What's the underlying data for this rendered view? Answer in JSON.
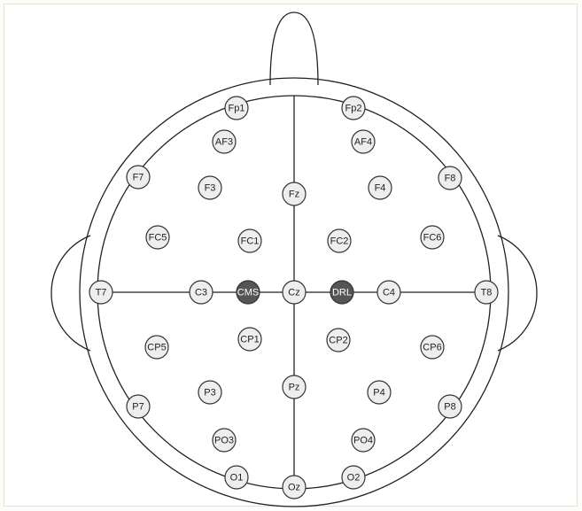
{
  "colors": {
    "background": "#ffffff",
    "outline": "#222222",
    "electrode_fill": "#eeeeee",
    "reference_fill": "#555555",
    "electrode_text": "#222222",
    "reference_text": "#ffffff"
  },
  "electrodes": [
    {
      "id": "fp1",
      "label": "Fp1",
      "type": "electrode"
    },
    {
      "id": "fp2",
      "label": "Fp2",
      "type": "electrode"
    },
    {
      "id": "af3",
      "label": "AF3",
      "type": "electrode"
    },
    {
      "id": "af4",
      "label": "AF4",
      "type": "electrode"
    },
    {
      "id": "f7",
      "label": "F7",
      "type": "electrode"
    },
    {
      "id": "f8",
      "label": "F8",
      "type": "electrode"
    },
    {
      "id": "f3",
      "label": "F3",
      "type": "electrode"
    },
    {
      "id": "fz",
      "label": "Fz",
      "type": "electrode"
    },
    {
      "id": "f4",
      "label": "F4",
      "type": "electrode"
    },
    {
      "id": "fc5",
      "label": "FC5",
      "type": "electrode"
    },
    {
      "id": "fc1",
      "label": "FC1",
      "type": "electrode"
    },
    {
      "id": "fc2",
      "label": "FC2",
      "type": "electrode"
    },
    {
      "id": "fc6",
      "label": "FC6",
      "type": "electrode"
    },
    {
      "id": "t7",
      "label": "T7",
      "type": "electrode"
    },
    {
      "id": "c3",
      "label": "C3",
      "type": "electrode"
    },
    {
      "id": "cms",
      "label": "CMS",
      "type": "reference"
    },
    {
      "id": "cz",
      "label": "Cz",
      "type": "electrode"
    },
    {
      "id": "drl",
      "label": "DRL",
      "type": "reference"
    },
    {
      "id": "c4",
      "label": "C4",
      "type": "electrode"
    },
    {
      "id": "t8",
      "label": "T8",
      "type": "electrode"
    },
    {
      "id": "cp5",
      "label": "CP5",
      "type": "electrode"
    },
    {
      "id": "cp1",
      "label": "CP1",
      "type": "electrode"
    },
    {
      "id": "cp2",
      "label": "CP2",
      "type": "electrode"
    },
    {
      "id": "cp6",
      "label": "CP6",
      "type": "electrode"
    },
    {
      "id": "p7",
      "label": "P7",
      "type": "electrode"
    },
    {
      "id": "p3",
      "label": "P3",
      "type": "electrode"
    },
    {
      "id": "pz",
      "label": "Pz",
      "type": "electrode"
    },
    {
      "id": "p4",
      "label": "P4",
      "type": "electrode"
    },
    {
      "id": "p8",
      "label": "P8",
      "type": "electrode"
    },
    {
      "id": "po3",
      "label": "PO3",
      "type": "electrode"
    },
    {
      "id": "po4",
      "label": "PO4",
      "type": "electrode"
    },
    {
      "id": "o1",
      "label": "O1",
      "type": "electrode"
    },
    {
      "id": "oz",
      "label": "Oz",
      "type": "electrode"
    },
    {
      "id": "o2",
      "label": "O2",
      "type": "electrode"
    }
  ]
}
